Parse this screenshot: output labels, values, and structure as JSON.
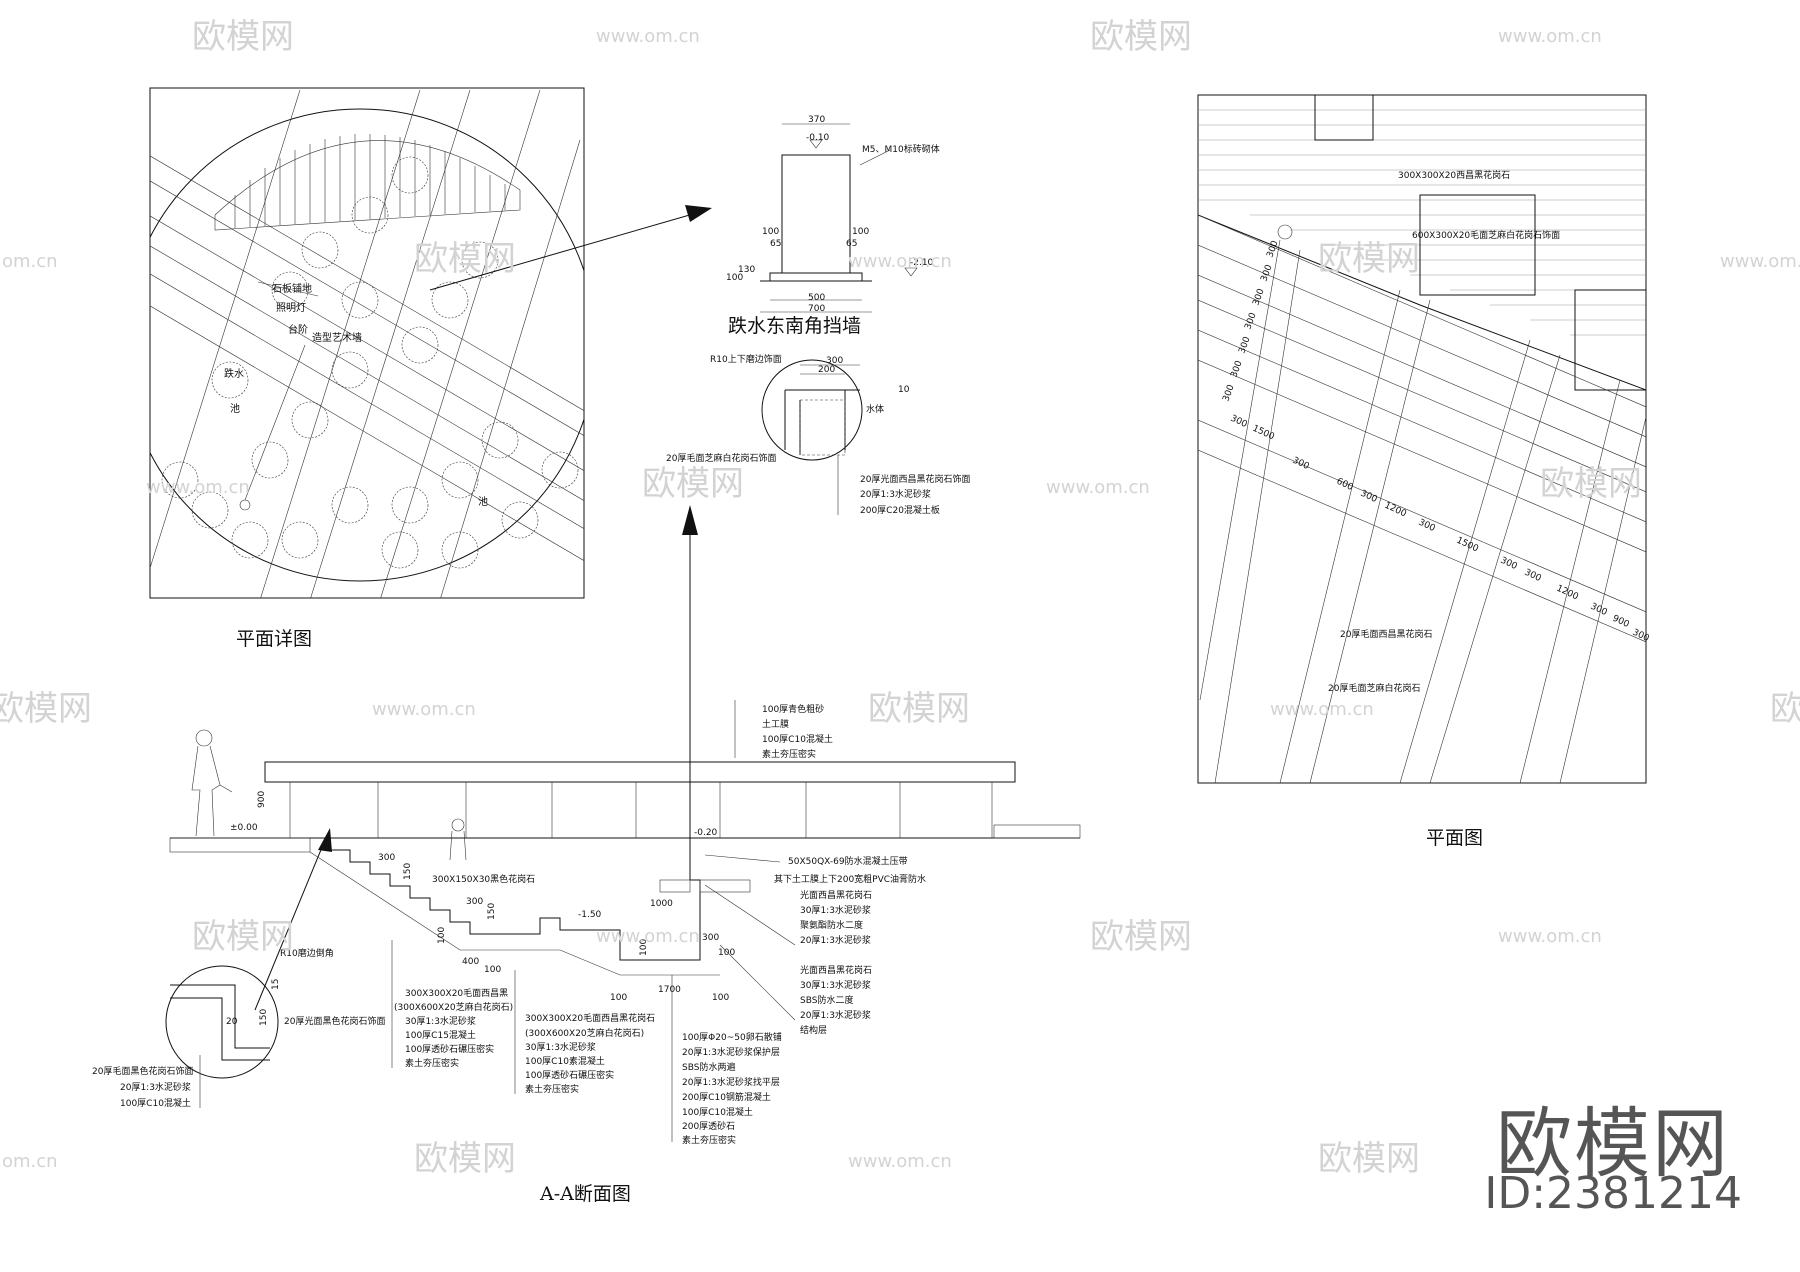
{
  "titles": {
    "plan_detail": "平面详图",
    "plan": "平面图",
    "retaining_wall": "跌水东南角挡墙",
    "section": "A-A断面图"
  },
  "plan_detail_labels": [
    "石板铺地",
    "照明灯",
    "台阶",
    "造型艺术墙",
    "跌水",
    "池",
    "池"
  ],
  "retaining_wall": {
    "dims": [
      "370",
      "-0.10",
      "100",
      "65",
      "100",
      "65",
      "100",
      "130",
      "-2.10",
      "500",
      "700"
    ],
    "material": "M5、M10标砖砌体"
  },
  "edge_detail": {
    "dims": [
      "300",
      "200",
      "10"
    ],
    "edge_note": "R10上下磨边饰面",
    "water": "水体",
    "top_finish": "20厚毛面芝麻白花岗石饰面",
    "layers": [
      "20厚光面西昌黑花岗石饰面",
      "20厚1:3水泥砂浆",
      "200厚C20混凝土板"
    ]
  },
  "plan": {
    "labels": [
      "300X300X20西昌黑花岗石",
      "600X300X20毛面芝麻白花岗石饰面",
      "20厚毛面西昌黑花岗石",
      "20厚毛面芝麻白花岗石"
    ],
    "dims": [
      "300",
      "300",
      "300",
      "300",
      "300",
      "300",
      "300",
      "300",
      "1500",
      "300",
      "600",
      "300",
      "1200",
      "300",
      "1500",
      "300",
      "300",
      "1200",
      "300",
      "900",
      "300"
    ]
  },
  "section": {
    "top_layers": [
      "100厚青色粗砂",
      "土工膜",
      "100厚C10混凝土",
      "素土夯压密实"
    ],
    "elevations": [
      "900",
      "±0.00",
      "-0.20",
      "-1.50",
      "300",
      "150",
      "300",
      "150",
      "100",
      "400",
      "100",
      "1000",
      "100",
      "300",
      "100",
      "1700",
      "100",
      "100"
    ],
    "stair_stone": "300X150X30黑色花岗石",
    "waterproof": [
      "50X50QX-69防水混凝土压带",
      "其下土工膜上下200宽粗PVC油膏防水"
    ],
    "wall_layers": [
      "光面西昌黑花岗石",
      "30厚1:3水泥砂浆",
      "聚氨酯防水二度",
      "20厚1:3水泥砂浆"
    ],
    "bottom_layers_right": [
      "光面西昌黑花岗石",
      "30厚1:3水泥砂浆",
      "SBS防水二度",
      "20厚1:3水泥砂浆",
      "结构层"
    ],
    "step_layers": [
      "300X300X20毛面西昌黑",
      "(300X600X20芝麻白花岗石)",
      "30厚1:3水泥砂浆",
      "100厚C15混凝土",
      "100厚透砂石碾压密实",
      "素土夯压密实"
    ],
    "pool_layers": [
      "300X300X20毛面西昌黑花岗石",
      "(300X600X20芝麻白花岗石)",
      "30厚1:3水泥砂浆",
      "100厚C10素混凝土",
      "100厚透砂石碾压密实",
      "素土夯压密实"
    ],
    "pond_layers": [
      "100厚Φ20~50卵石散铺",
      "20厚1:3水泥砂浆保护层",
      "SBS防水两遍",
      "20厚1:3水泥砂浆找平层",
      "200厚C10钢筋混凝土",
      "100厚C10混凝土",
      "200厚透砂石",
      "素土夯压密实"
    ],
    "circle_detail": {
      "edge": "R10磨边倒角",
      "finish": "20厚光面黑色花岗石饰面",
      "dims": [
        "15",
        "150",
        "20"
      ],
      "layers": [
        "20厚毛面黑色花岗石饰面",
        "20厚1:3水泥砂浆",
        "100厚C10混凝土"
      ]
    }
  },
  "watermark": {
    "site": "www.om.cn",
    "site_short": "om.cn",
    "logo": "欧模网"
  },
  "brand": {
    "name": "欧模网",
    "id": "ID:2381214"
  },
  "colors": {
    "line": "#111111",
    "watermark": "#d3d3d3",
    "brand": "#555555"
  }
}
